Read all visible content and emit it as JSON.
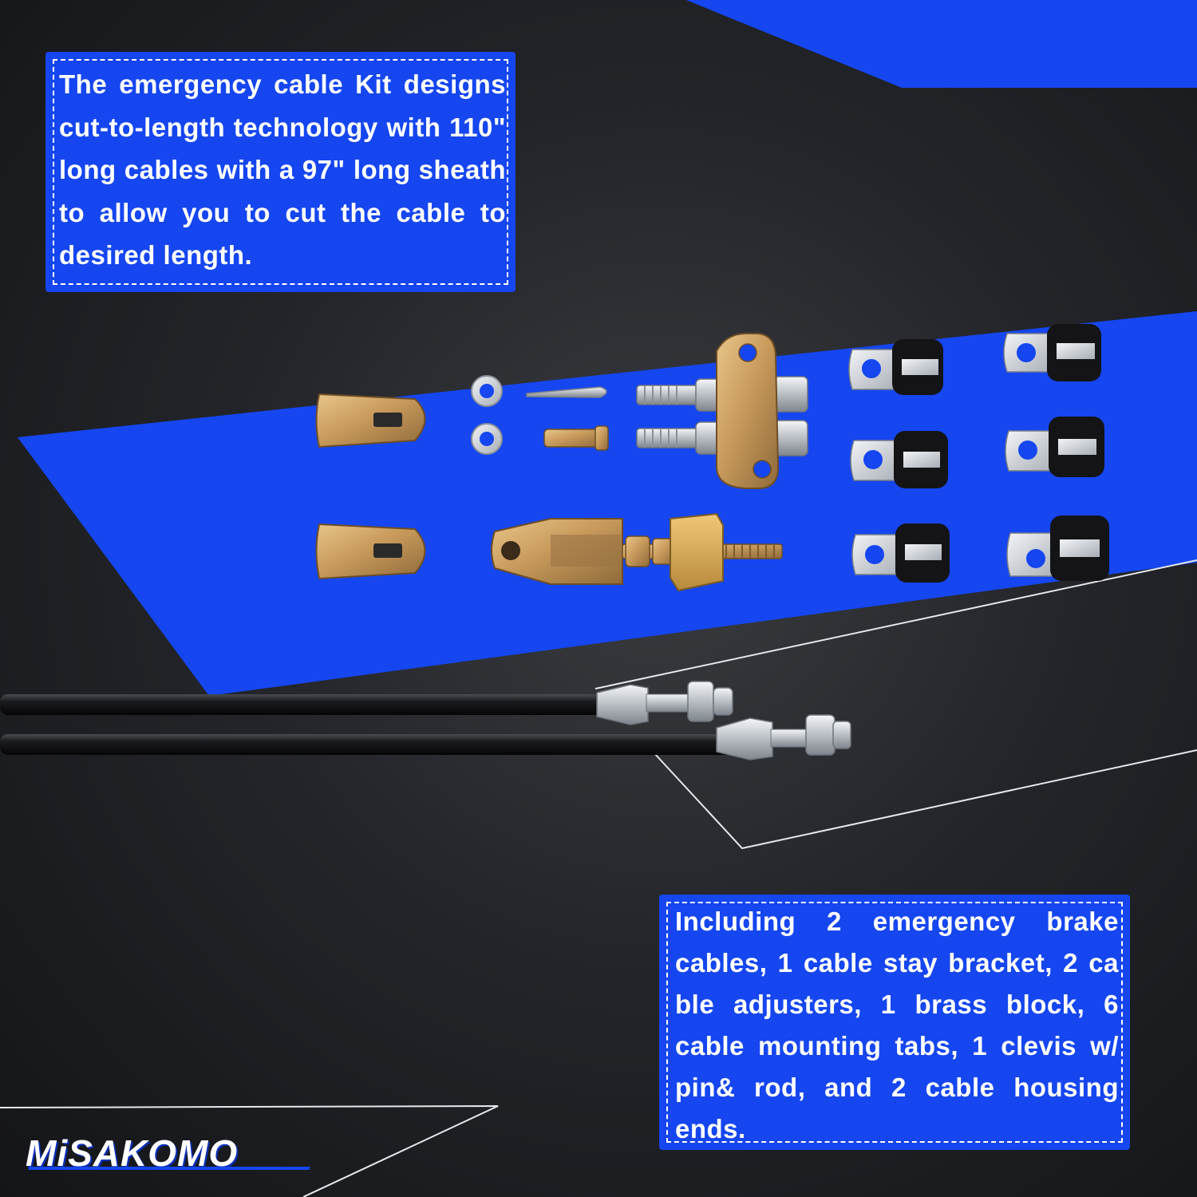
{
  "colors": {
    "accent": "#1546f0",
    "background": "#23252a",
    "text": "#ffffff"
  },
  "top_callout": {
    "text": "The emergency cable Kit designs cut-to-length technology with 110\" long cables with a 97\" long sheath to allow you to cut the cable to desired length."
  },
  "bottom_callout": {
    "text": "Including  2 emergency brake cables, 1 cable stay bracket, 2 ca ble adjusters, 1 brass block, 6 cable mounting tabs, 1 clevis w/ pin& rod, and 2 cable housing ends."
  },
  "brand": {
    "name": "MiSAKOMO"
  },
  "product_parts": [
    "cable-housing-end",
    "washer",
    "cotter-pin",
    "clevis-pin",
    "cable-stay-bracket",
    "cable-adjuster",
    "cable-mounting-tab",
    "clevis",
    "brass-block",
    "emergency-brake-cable"
  ]
}
